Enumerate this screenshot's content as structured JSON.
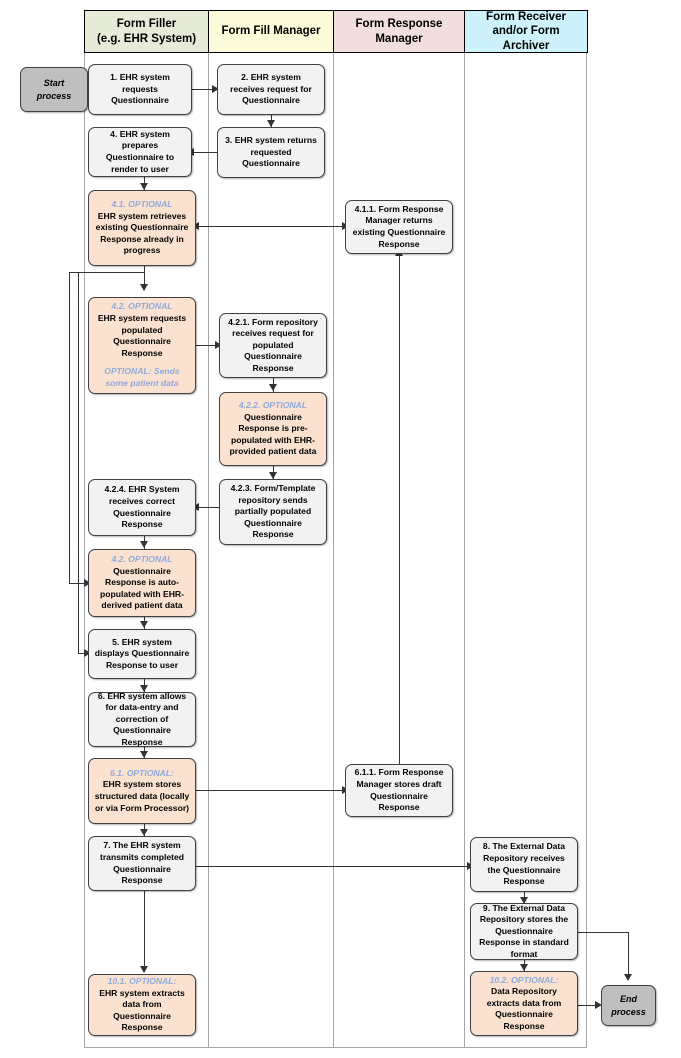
{
  "diagram": {
    "title": "Questionnaire / Form Fill Process Swimlane Flowchart",
    "colors": {
      "lane_form_filler": "#e6ebd7",
      "lane_form_fill_manager": "#fbfbd9",
      "lane_form_response_manager": "#f2dedd",
      "lane_form_receiver": "#cdf2fb",
      "node_default": "#f2f2f2",
      "node_optional": "#fbe2d0",
      "node_terminal": "#bfbfbf",
      "optional_text": "#8faadc",
      "connector": "#333333"
    }
  },
  "lanes": [
    {
      "id": "form-filler",
      "label": "Form Filler\n(e.g. EHR System)"
    },
    {
      "id": "form-fill-manager",
      "label": "Form Fill Manager"
    },
    {
      "id": "form-response-manager",
      "label": "Form Response\nManager"
    },
    {
      "id": "form-receiver",
      "label": "Form Receiver\nand/or Form Archiver"
    }
  ],
  "lane_labels": {
    "form_filler_line1": "Form Filler",
    "form_filler_line2": "(e.g. EHR System)",
    "form_fill_manager": "Form Fill Manager",
    "form_response_manager_line1": "Form Response",
    "form_response_manager_line2": "Manager",
    "form_receiver_line1": "Form Receiver",
    "form_receiver_line2": "and/or Form Archiver"
  },
  "terminals": {
    "start_line1": "Start",
    "start_line2": "process",
    "end_line1": "End",
    "end_line2": "process"
  },
  "nodes": {
    "n1": {
      "lane": "form-filler",
      "text": "1. EHR system requests Questionnaire",
      "optional": false
    },
    "n2": {
      "lane": "form-fill-manager",
      "text": "2. EHR system receives request for Questionnaire",
      "optional": false
    },
    "n3": {
      "lane": "form-fill-manager",
      "text": "3. EHR system returns requested Questionnaire",
      "optional": false
    },
    "n4": {
      "lane": "form-filler",
      "text": "4. EHR system prepares Questionnaire to render to user",
      "optional": false
    },
    "n41": {
      "lane": "form-filler",
      "tag": "4.1. OPTIONAL",
      "text": "EHR system retrieves existing Questionnaire Response already in progress",
      "optional": true
    },
    "n411": {
      "lane": "form-response-manager",
      "text": "4.1.1. Form Response Manager returns existing Questionnaire Response",
      "optional": false
    },
    "n42": {
      "lane": "form-filler",
      "tag": "4.2. OPTIONAL",
      "text": "EHR system requests populated Questionnaire Response",
      "note": "OPTIONAL: Sends some patient data",
      "optional": true
    },
    "n421": {
      "lane": "form-fill-manager",
      "text": "4.2.1. Form repository receives request for populated Questionnaire Response",
      "optional": false
    },
    "n422": {
      "lane": "form-fill-manager",
      "tag": "4.2.2. OPTIONAL",
      "text": "Questionnaire Response is pre-populated with EHR-provided patient data",
      "optional": true
    },
    "n423": {
      "lane": "form-fill-manager",
      "text": "4.2.3. Form/Template repository sends partially populated Questionnaire Response",
      "optional": false
    },
    "n424": {
      "lane": "form-filler",
      "text": "4.2.4. EHR System receives correct Questionnaire Response",
      "optional": false
    },
    "n42auto": {
      "lane": "form-filler",
      "tag": "4.2. OPTIONAL",
      "text": "Questionnaire Response is auto-populated with EHR-derived patient data",
      "optional": true
    },
    "n5": {
      "lane": "form-filler",
      "text": "5. EHR system displays Questionnaire Response to user",
      "optional": false
    },
    "n6": {
      "lane": "form-filler",
      "text": "6. EHR system allows for data-entry and correction of Questionnaire Response",
      "optional": false
    },
    "n61": {
      "lane": "form-filler",
      "tag": "6.1. OPTIONAL:",
      "text": "EHR system stores structured data (locally or via Form Processor)",
      "optional": true
    },
    "n611": {
      "lane": "form-response-manager",
      "text": "6.1.1. Form Response Manager stores draft Questionnaire Response",
      "optional": false
    },
    "n7": {
      "lane": "form-filler",
      "text": "7. The EHR system transmits completed Questionnaire Response",
      "optional": false
    },
    "n8": {
      "lane": "form-receiver",
      "text": "8. The External Data Repository receives the Questionnaire Response",
      "optional": false
    },
    "n9": {
      "lane": "form-receiver",
      "text": "9. The External Data Repository stores the Questionnaire Response in standard format",
      "optional": false
    },
    "n101": {
      "lane": "form-filler",
      "tag": "10.1. OPTIONAL:",
      "text": "EHR system extracts data from Questionnaire Response",
      "optional": true
    },
    "n102": {
      "lane": "form-receiver",
      "tag": "10.2. OPTIONAL:",
      "text": "Data Repository extracts data from Questionnaire Response",
      "optional": true
    }
  }
}
